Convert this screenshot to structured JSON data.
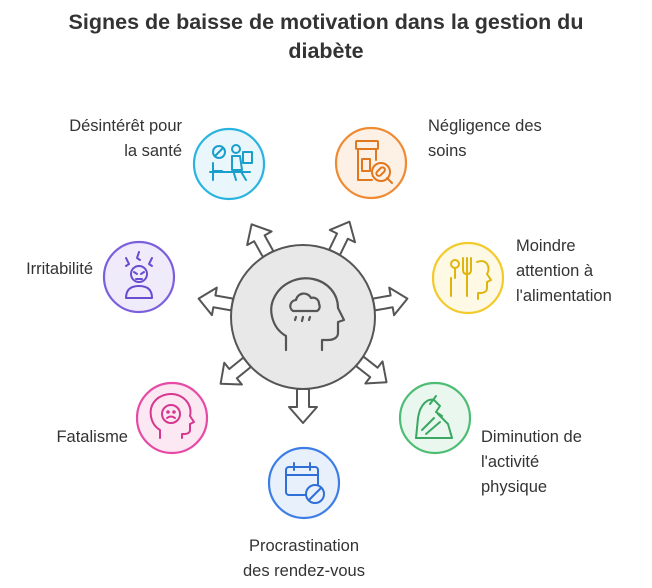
{
  "title": {
    "line1": "Signes de baisse de motivation dans la gestion du",
    "line2": "diabète"
  },
  "items": [
    {
      "lines": [
        "Désintérêt pour",
        "la santé"
      ],
      "color": "#2ab3e0",
      "fill": "#e9f7fc",
      "icon": "disinterest-icon"
    },
    {
      "lines": [
        "Négligence des",
        "soins"
      ],
      "color": "#ef8a33",
      "fill": "#fdf0e5",
      "icon": "medication-icon"
    },
    {
      "lines": [
        "Moindre",
        "attention à",
        "l'alimentation"
      ],
      "color": "#f2ca2a",
      "fill": "#fef9e4",
      "icon": "eating-icon"
    },
    {
      "lines": [
        "Diminution de",
        "l'activité",
        "physique"
      ],
      "color": "#4dbd74",
      "fill": "#eaf7ee",
      "icon": "shoe-icon"
    },
    {
      "lines": [
        "Procrastination",
        "des rendez-vous"
      ],
      "color": "#3d7ee6",
      "fill": "#e8f0fc",
      "icon": "calendar-icon"
    },
    {
      "lines": [
        "Fatalisme"
      ],
      "color": "#e64aa5",
      "fill": "#fce8f3",
      "icon": "sad-face-icon"
    },
    {
      "lines": [
        "Irritabilité"
      ],
      "color": "#7c5fdc",
      "fill": "#efebfb",
      "icon": "irritated-icon"
    }
  ],
  "center": {
    "icon": "head-cloud-icon",
    "fill": "#e8e8e8",
    "stroke": "#555555"
  }
}
